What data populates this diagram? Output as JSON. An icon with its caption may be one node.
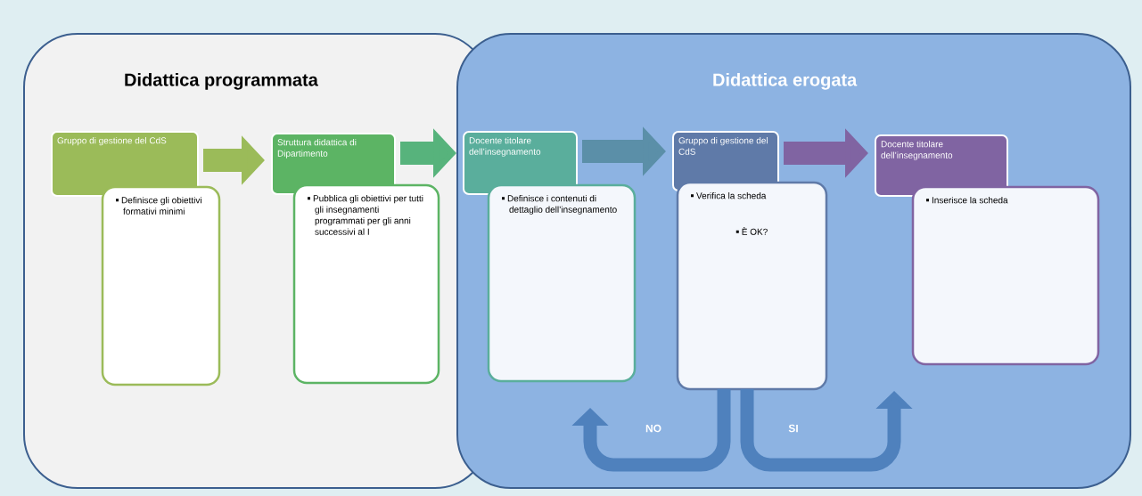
{
  "diagram": {
    "nodes": [
      {
        "text": [
          "Didattica programmata"
        ]
      },
      {
        "text": [
          "Didattica erogata"
        ]
      },
      {
        "text": [
          "Gruppo di gestione del CdS"
        ],
        "in": 0
      },
      {
        "text": [
          "Definisce gli obiettivi formativi minimi"
        ],
        "in": 0
      },
      {
        "text": [
          "Struttura didattica di Dipartimento"
        ],
        "in": 0
      },
      {
        "text": [
          "Pubblica gli obiettivi per tutti gli insegnamenti programmati per gli anni successivi al I"
        ],
        "in": 0
      },
      {
        "text": [
          "Docente titolare dell’insegnamento"
        ],
        "in": 1
      },
      {
        "text": [
          "Definisce i contenuti di dettaglio dell’insegnamento"
        ],
        "in": 1
      },
      {
        "text": [
          "Gruppo di gestione del CdS"
        ],
        "in": 1
      },
      {
        "text": [
          "Verifica la scheda",
          "È OK?"
        ],
        "in": 1
      },
      {
        "text": [
          "Docente titolare dell’insegnamento"
        ],
        "in": 1
      },
      {
        "text": [
          "Inserisce la scheda"
        ],
        "in": 1
      }
    ],
    "edges": [
      {
        "from": 2,
        "to": 4,
        "arrow": "to",
        "color": "#9bbb59"
      },
      {
        "from": 4,
        "to": 6,
        "arrow": "to",
        "color": "#57b37c"
      },
      {
        "from": 6,
        "to": 8,
        "arrow": "to",
        "color": "#5b8fa8"
      },
      {
        "from": 8,
        "to": 10,
        "arrow": "to",
        "color": "#8064a2"
      },
      {
        "from": 9,
        "to": 7,
        "arrow": "to",
        "label": "NO",
        "color": "#4f81bd"
      },
      {
        "from": 9,
        "to": 11,
        "arrow": "to",
        "label": "SI",
        "color": "#4f81bd"
      }
    ]
  }
}
